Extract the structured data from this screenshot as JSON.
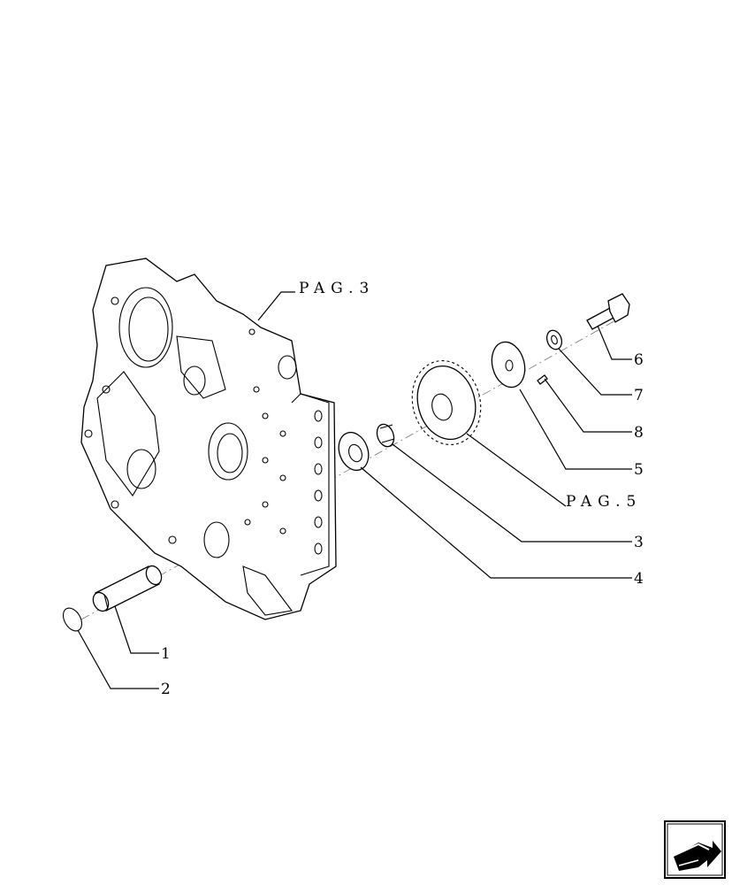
{
  "callouts": {
    "n1": "1",
    "n2": "2",
    "n3": "3",
    "n4": "4",
    "n5": "5",
    "n6": "6",
    "n7": "7",
    "n8": "8"
  },
  "references": {
    "pag3": "PAG.3",
    "pag5": "PAG.5"
  },
  "navigation": {
    "icon": "next-page-arrow-icon"
  }
}
